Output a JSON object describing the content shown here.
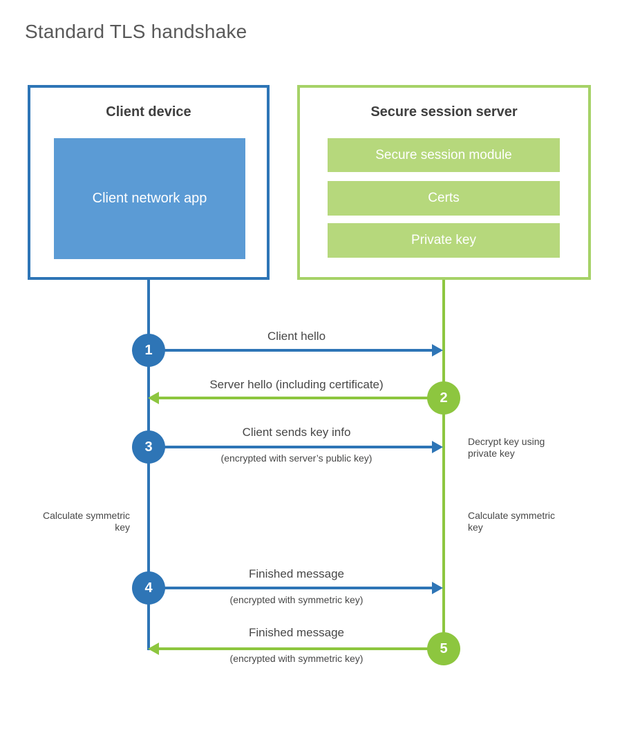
{
  "title": "Standard TLS handshake",
  "colors": {
    "blue": "#2e75b6",
    "blue-fill": "#5b9bd5",
    "green": "#8dc63f",
    "green-border": "#a6d268",
    "green-fill": "#b6d87c",
    "text-dark": "#3f3f3f",
    "text-gray": "#595959",
    "label": "#474747"
  },
  "client": {
    "title": "Client device",
    "app_label": "Client network app"
  },
  "server": {
    "title": "Secure session server",
    "modules": [
      "Secure session module",
      "Certs",
      "Private key"
    ]
  },
  "steps": [
    {
      "num": "1",
      "label": "Client hello",
      "sub": ""
    },
    {
      "num": "2",
      "label": "Server hello (including certificate)",
      "sub": ""
    },
    {
      "num": "3",
      "label": "Client sends key info",
      "sub": "(encrypted with server’s public key)"
    },
    {
      "num": "4",
      "label": "Finished message",
      "sub": "(encrypted with symmetric key)"
    },
    {
      "num": "5",
      "label": "Finished message",
      "sub": "(encrypted with symmetric key)"
    }
  ],
  "notes": {
    "decrypt": "Decrypt key using private key",
    "calc_left": "Calculate symmetric key",
    "calc_right": "Calculate symmetric key"
  }
}
